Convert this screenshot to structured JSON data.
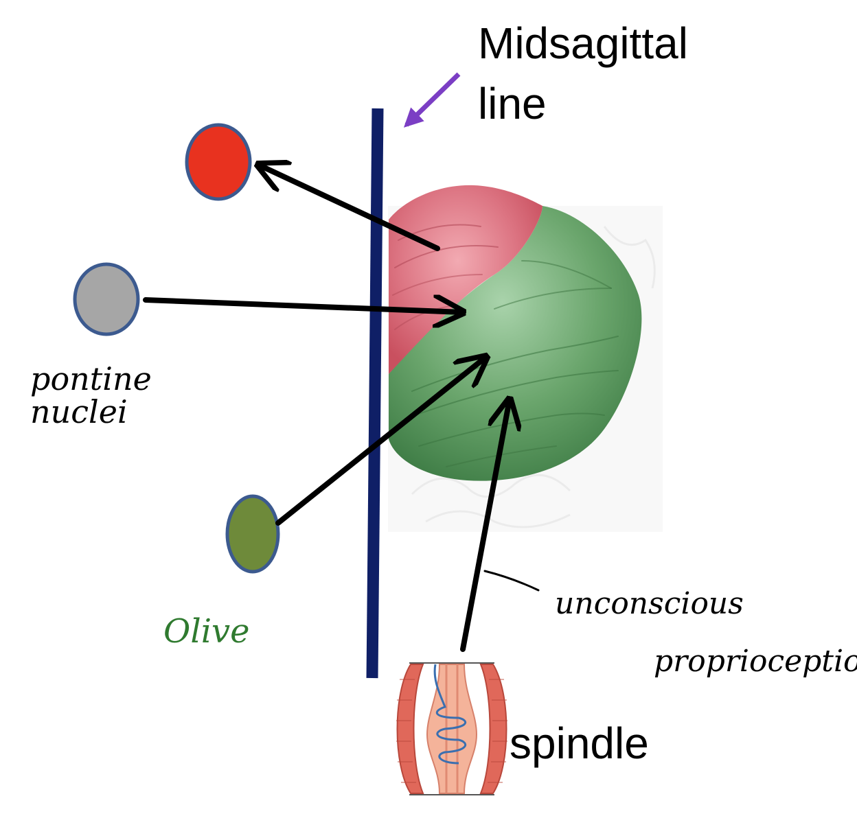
{
  "title": [
    "Midsagittal",
    "line"
  ],
  "labels": {
    "pontine": "pontine nuclei",
    "olive": "Olive",
    "unconscious": [
      "unconscious",
      "proprioception"
    ],
    "spindle": "spindle"
  },
  "colors": {
    "midline": "#0f1f66",
    "pointer_arrow": "#7b3ec4",
    "node_red": "#e8321f",
    "node_gray": "#a6a6a6",
    "node_olive": "#6e8a3a",
    "node_outline": "#3c5a8f",
    "cerebellum_pink": "#d9707e",
    "cerebellum_green": "#5f9a62",
    "olive_text": "#2f7a2f"
  },
  "icons": [
    "cerebellum-illustration",
    "muscle-spindle-illustration"
  ]
}
